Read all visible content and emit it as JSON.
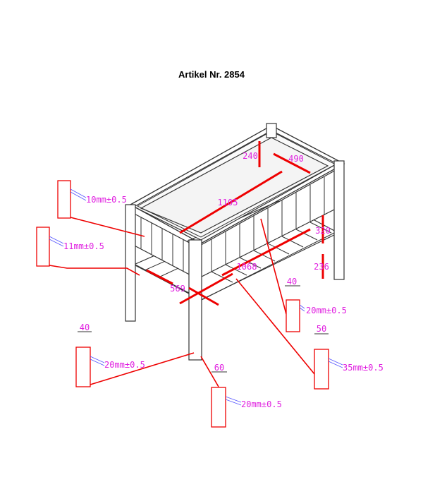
{
  "title": "Artikel Nr. 2854",
  "dimensions": {
    "depth_inner": "240",
    "width_inner": "490",
    "length_inner": "1105",
    "panel_height": "320",
    "shelf_length": "1068",
    "leg_clearance": "236",
    "shelf_width": "569"
  },
  "parts": [
    {
      "thickness": "10mm±0.5"
    },
    {
      "thickness": "11mm±0.5"
    },
    {
      "width": "40",
      "thickness": "20mm±0.5"
    },
    {
      "width": "60",
      "thickness": "20mm±0.5"
    },
    {
      "width": "40",
      "thickness": "20mm±0.5"
    },
    {
      "width": "50",
      "thickness": "35mm±0.5"
    }
  ],
  "colors": {
    "arrow": "#ee0000",
    "label": "#e020e0"
  }
}
